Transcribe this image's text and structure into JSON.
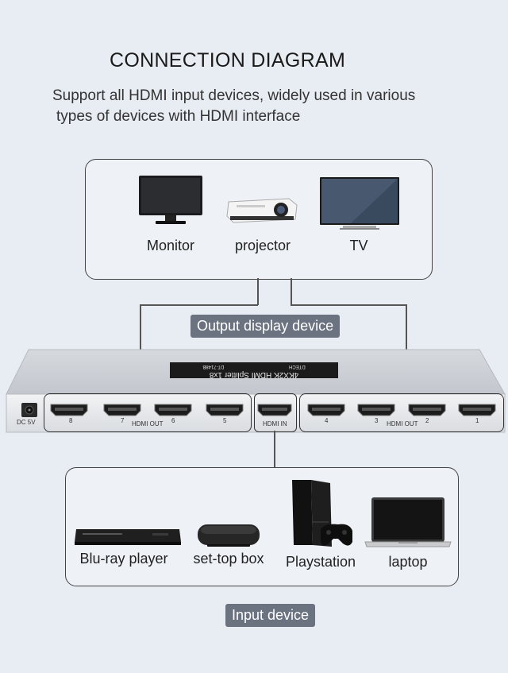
{
  "title": "CONNECTION DIAGRAM",
  "subtitle": {
    "line1": "Support all HDMI input devices, widely used in various",
    "line2": "types of devices with HDMI interface"
  },
  "output_devices": [
    {
      "label": "Monitor",
      "icon": "monitor-icon"
    },
    {
      "label": "projector",
      "icon": "projector-icon"
    },
    {
      "label": "TV",
      "icon": "tv-icon"
    }
  ],
  "output_tag": "Output display device",
  "splitter": {
    "label_plate": "4KX2K HDMI Splitter 1x8",
    "brand": "DTECH",
    "model": "DT-7148B",
    "dc_label": "DC 5V",
    "hdmi_in_label": "HDMI IN",
    "hdmi_out_label_left": "HDMI OUT",
    "hdmi_out_label_right": "HDMI OUT",
    "ports_left": [
      "8",
      "7",
      "6",
      "5"
    ],
    "ports_right": [
      "4",
      "3",
      "2",
      "1"
    ]
  },
  "input_devices": [
    {
      "label": "Blu-ray player",
      "icon": "bluray-player-icon"
    },
    {
      "label": "set-top box",
      "icon": "set-top-box-icon"
    },
    {
      "label": "Playstation",
      "icon": "playstation-icon"
    },
    {
      "label": "laptop",
      "icon": "laptop-icon"
    }
  ],
  "input_tag": "Input device",
  "colors": {
    "background": "#e8ecf3",
    "tag_bg": "#6b7280",
    "line": "#555555"
  }
}
